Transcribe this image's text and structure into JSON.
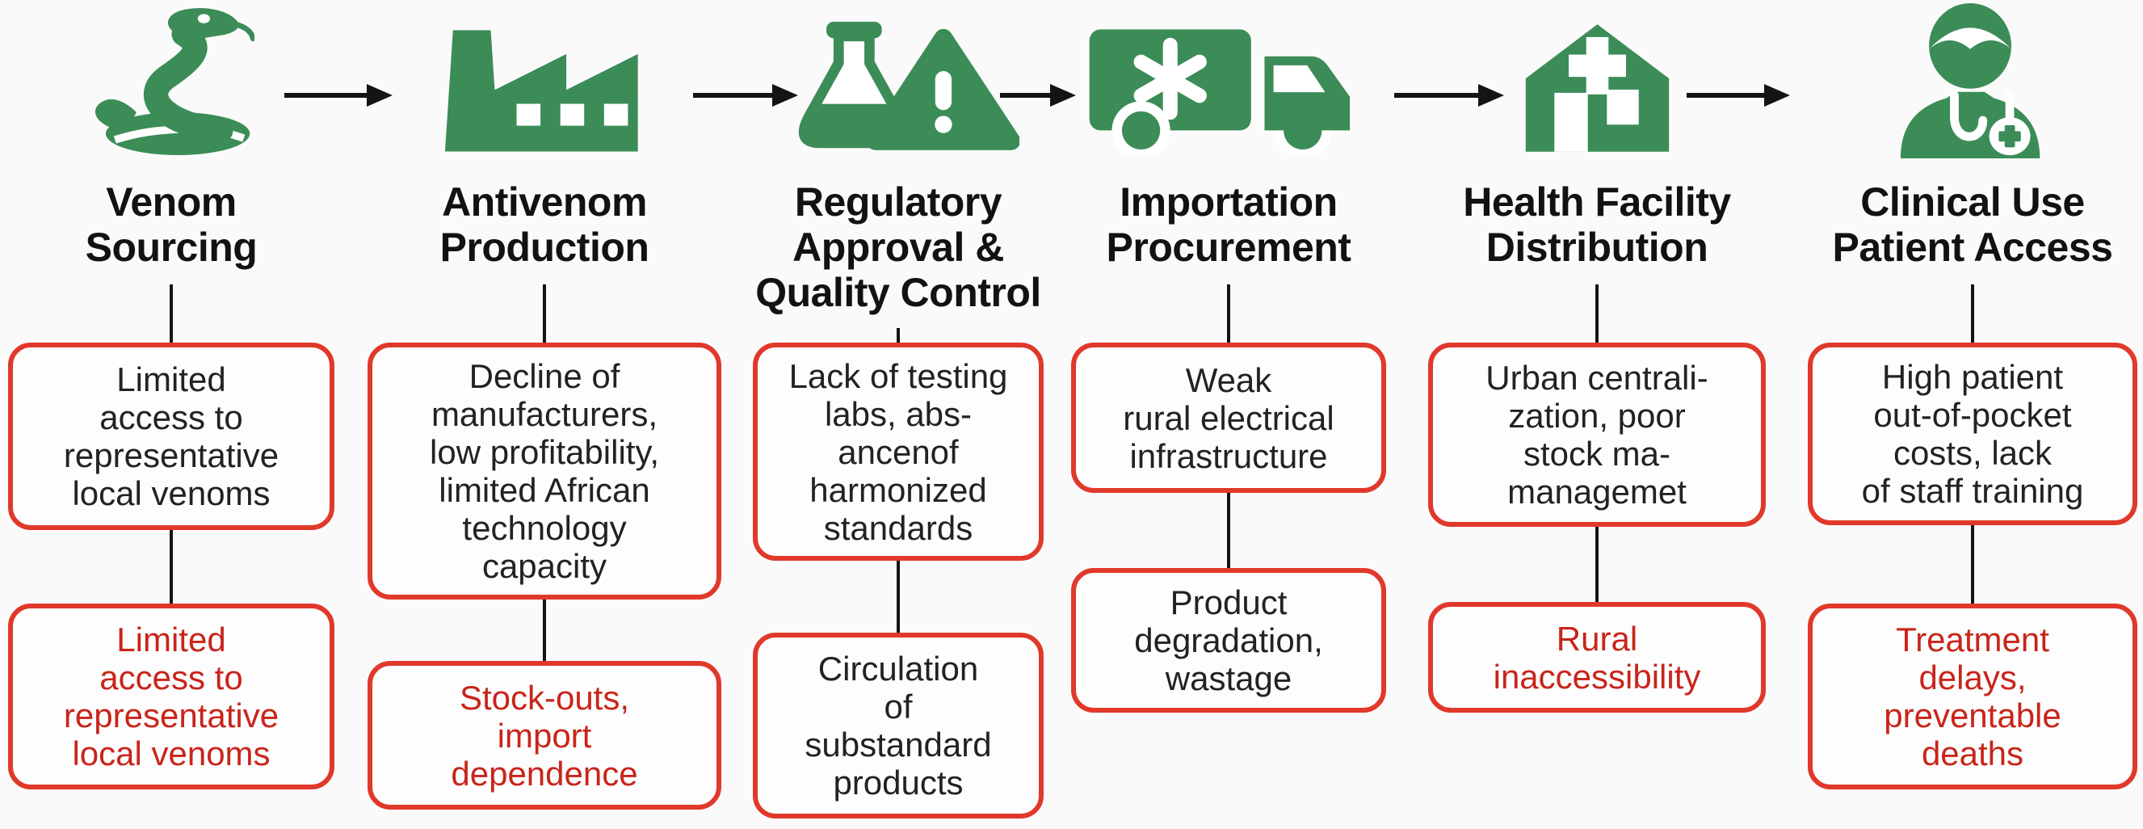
{
  "figure": {
    "type": "flow-diagram",
    "description": "Antivenom supply chain stages with associated barriers and consequences",
    "colors": {
      "icon_green": "#3c8c58",
      "box_border_red": "#e0392b",
      "alert_text_red": "#c9241a",
      "text_black": "#1d1d1d",
      "connector_black": "#141414",
      "background": "#fbfafa"
    },
    "stages": [
      {
        "id": "venom-sourcing",
        "icon": "snake-icon",
        "title": "Venom\nSourcing",
        "box1": {
          "text": "Limited\naccess to\nrepresentative\nlocal venoms",
          "text_color": "black"
        },
        "box2": {
          "text": "Limited\naccess to\nrepresentative\nlocal venoms",
          "text_color": "red"
        }
      },
      {
        "id": "antivenom-production",
        "icon": "factory-icon",
        "title": "Antivenom\nProduction",
        "box1": {
          "text": "Decline of\nmanufacturers,\nlow profitability,\nlimited African\ntechnology\ncapacity",
          "text_color": "black"
        },
        "box2": {
          "text": "Stock-outs,\nimport\ndependence",
          "text_color": "red"
        }
      },
      {
        "id": "regulatory-approval-quality-control",
        "icon": "flask-warning-icon",
        "title": "Regulatory\nApproval &\nQuality Control",
        "box1": {
          "text": "Lack of testing\nlabs, abs-\nancenof\nharmonized\nstandards",
          "text_color": "black"
        },
        "box2": {
          "text": "Circulation\nof\nsubstandard\nproducts",
          "text_color": "black"
        }
      },
      {
        "id": "importation-procurement",
        "icon": "medical-truck-icon",
        "title": "Importation\nProcurement",
        "box1": {
          "text": "Weak\nrural electrical\ninfrastructure",
          "text_color": "black"
        },
        "box2": {
          "text": "Product\ndegradation,\nwastage",
          "text_color": "black"
        }
      },
      {
        "id": "health-facility-distribution",
        "icon": "hospital-icon",
        "title": "Health Facility\nDistribution",
        "box1": {
          "text": "Urban centrali-\nzation, poor\nstock ma-\nmanagemet",
          "text_color": "black"
        },
        "box2": {
          "text": "Rural\ninaccessibility",
          "text_color": "red"
        }
      },
      {
        "id": "clinical-use-patient-access",
        "icon": "doctor-icon",
        "title": "Clinical Use\nPatient Access",
        "box1": {
          "text": "High patient\nout-of-pocket\ncosts, lack\nof staff training",
          "text_color": "black"
        },
        "box2": {
          "text": "Treatment\ndelays,\npreventable\ndeaths",
          "text_color": "red"
        }
      }
    ]
  }
}
